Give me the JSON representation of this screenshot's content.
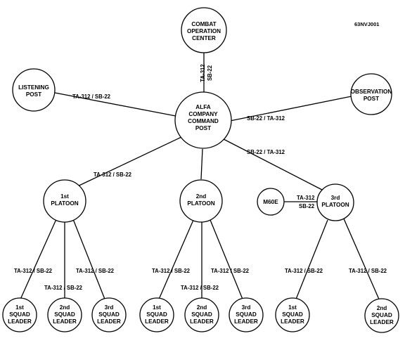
{
  "figure_id": "63NVJ001",
  "nodes": {
    "coc": [
      "COMBAT",
      "OPERATION",
      "CENTER"
    ],
    "lp": [
      "LISTENING",
      "POST"
    ],
    "op": [
      "OBSERVATION",
      "POST"
    ],
    "cp": [
      "ALFA",
      "COMPANY",
      "COMMAND",
      "POST"
    ],
    "p1": [
      "1st",
      "PLATOON"
    ],
    "p2": [
      "2nd",
      "PLATOON"
    ],
    "p3": [
      "3rd",
      "PLATOON"
    ],
    "m60": [
      "M60E"
    ],
    "s11": [
      "1st",
      "SQUAD",
      "LEADER"
    ],
    "s12": [
      "2nd",
      "SQUAD",
      "LEADER"
    ],
    "s13": [
      "3rd",
      "SQUAD",
      "LEADER"
    ],
    "s21": [
      "1st",
      "SQUAD",
      "LEADER"
    ],
    "s22": [
      "2nd",
      "SQUAD",
      "LEADER"
    ],
    "s23": [
      "3rd",
      "SQUAD",
      "LEADER"
    ],
    "s31": [
      "1st",
      "SQUAD",
      "LEADER"
    ],
    "s32": [
      "2nd",
      "SQUAD",
      "LEADER"
    ]
  },
  "edge_labels": {
    "coc_cp": [
      "TA-312",
      "SB-22"
    ],
    "lp_cp": "TA-312 / SB-22",
    "op_cp": "SB-22 / TA-312",
    "cp_p3": "SB-22 / TA-312",
    "cp_p1": "TA-312 / SB-22",
    "m60_p3": [
      "TA-312",
      "SB-22"
    ],
    "p1_s11": "TA-312 / SB-22",
    "p1_s12": "TA-312 / SB-22",
    "p1_s13": "TA-312 / SB-22",
    "p2_s21": "TA-312 / SB-22",
    "p2_s22": "TA-312 / SB-22",
    "p2_s23": "TA-312 / SB-22",
    "p3_s31": "TA-312 / SB-22",
    "p3_s32": "TA-312 / SB-22"
  }
}
